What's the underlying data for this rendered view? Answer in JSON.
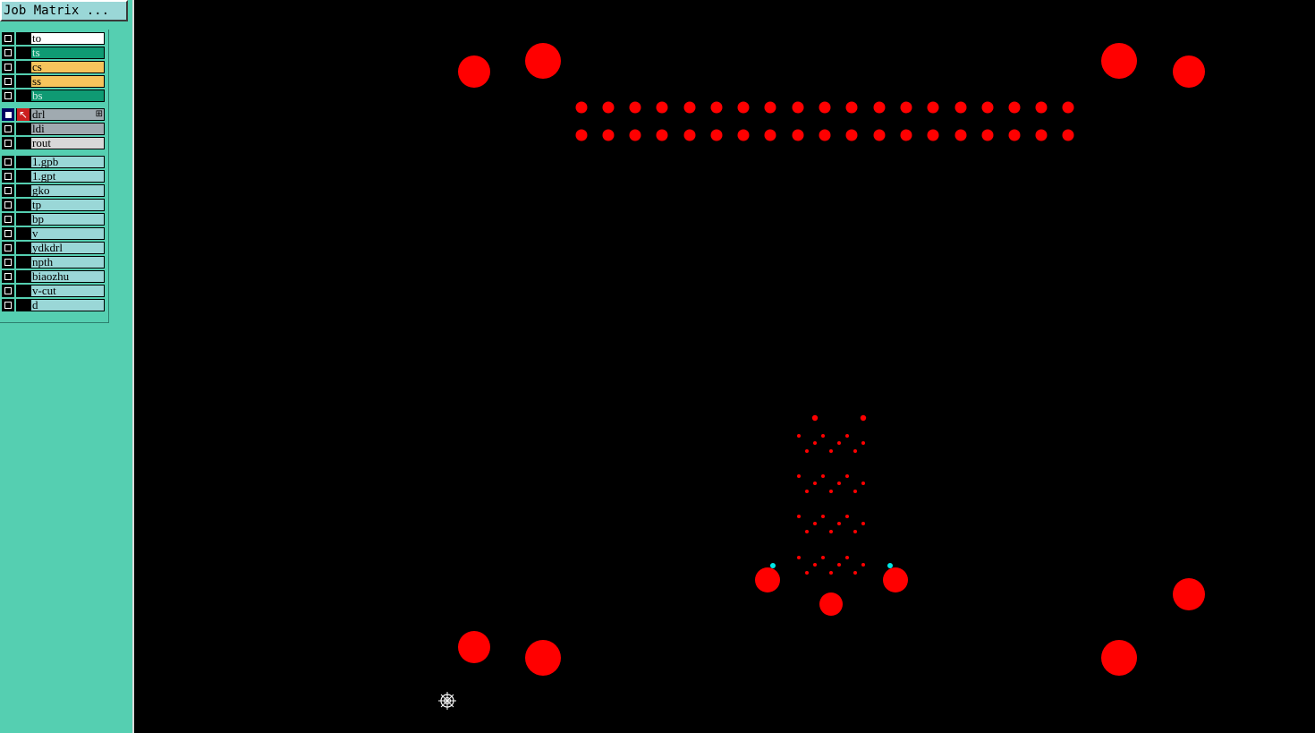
{
  "sidebar": {
    "job_matrix_label": "Job Matrix ...",
    "colors": {
      "panel": "#55cfb1",
      "white": "#ffffff",
      "green": "#0f9a73",
      "orange": "#f7c45c",
      "grey": "#a0aab0",
      "light_grey": "#d8d8d8",
      "cyan": "#9ad7d7"
    },
    "groups": [
      {
        "layers": [
          {
            "name": "to",
            "color": "white",
            "active": false
          },
          {
            "name": "ts",
            "color": "green",
            "active": false
          },
          {
            "name": "cs",
            "color": "orange",
            "active": false
          },
          {
            "name": "ss",
            "color": "orange",
            "active": false
          },
          {
            "name": "bs",
            "color": "green",
            "active": false
          }
        ]
      },
      {
        "layers": [
          {
            "name": "drl",
            "color": "grey",
            "active": true,
            "icon": "pointer-arrow-icon",
            "suffix": "⊞"
          },
          {
            "name": "ldi",
            "color": "grey",
            "active": false
          },
          {
            "name": "rout",
            "color": "light_grey",
            "active": false
          }
        ]
      },
      {
        "layers": [
          {
            "name": "1.gpb",
            "color": "cyan",
            "active": false
          },
          {
            "name": "1.gpt",
            "color": "cyan",
            "active": false
          },
          {
            "name": "gko",
            "color": "cyan",
            "active": false
          },
          {
            "name": "tp",
            "color": "cyan",
            "active": false
          },
          {
            "name": "bp",
            "color": "cyan",
            "active": false
          },
          {
            "name": "v",
            "color": "cyan",
            "active": false
          },
          {
            "name": "ydkdrl",
            "color": "cyan",
            "active": false
          },
          {
            "name": "npth",
            "color": "cyan",
            "active": false
          },
          {
            "name": "biaozhu",
            "color": "cyan",
            "active": false
          },
          {
            "name": "v-cut",
            "color": "cyan",
            "active": false
          },
          {
            "name": "d",
            "color": "cyan",
            "active": false
          }
        ]
      }
    ]
  },
  "canvas": {
    "background": "#000000",
    "feature_color": "#ff0000",
    "highlight_color": "#00e5e5",
    "cursor_icon": "crosshair-icon"
  }
}
